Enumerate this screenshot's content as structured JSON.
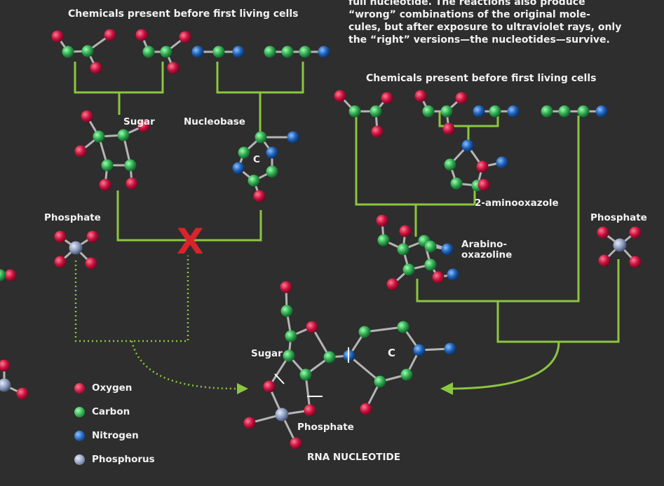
{
  "colors": {
    "background": "#2e2e2e",
    "connector": "#8cc63f",
    "oxygen": "#c8103e",
    "carbon": "#2fa84f",
    "nitrogen": "#1b5fb5",
    "phosphorus": "#8a9bbf",
    "bond": "#b5b5b5",
    "blocked": "#d9242a"
  },
  "intro": {
    "lines": [
      "full nucleotide. The reactions also produce",
      "“wrong” combinations of the original mole-",
      "cules, but after exposure to ultraviolet rays, only",
      "the “right” versions—the nucleotides—survive."
    ]
  },
  "left_pathway": {
    "header": "Chemicals present before first living cells",
    "sugar_label": "Sugar",
    "nucleobase_label": "Nucleobase",
    "nucleobase_ring_letter": "C",
    "phosphate_label": "Phosphate",
    "blocked_mark": "X"
  },
  "right_pathway": {
    "header": "Chemicals present before first living cells",
    "aminooxazole_label": "2-aminooxazole",
    "arabinooxazoline_label_line1": "Arabino-",
    "arabinooxazoline_label_line2": "oxazoline",
    "phosphate_label": "Phosphate"
  },
  "product": {
    "sugar_label": "Sugar",
    "base_letter": "C",
    "phosphate_label": "Phosphate",
    "title": "RNA NUCLEOTIDE"
  },
  "legend": [
    {
      "label": "Oxygen",
      "color": "#c8103e"
    },
    {
      "label": "Carbon",
      "color": "#2fa84f"
    },
    {
      "label": "Nitrogen",
      "color": "#1b5fb5"
    },
    {
      "label": "Phosphorus",
      "color": "#8a9bbf"
    }
  ]
}
